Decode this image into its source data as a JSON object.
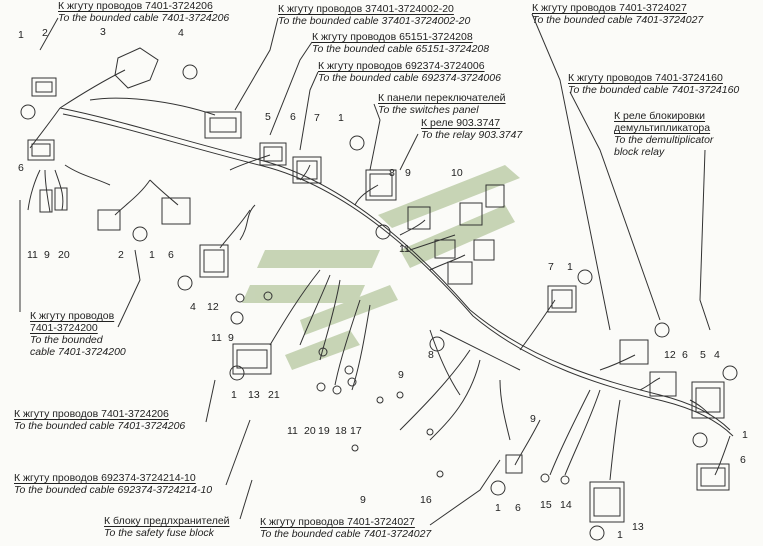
{
  "labels": [
    {
      "ru": "К жгуту проводов 7401-3724206",
      "en": "To the bounded cable 7401-3724206"
    },
    {
      "ru": "К жгуту проводов 37401-3724002-20",
      "en": "To the bounded cable 37401-3724002-20"
    },
    {
      "ru": "К жгуту проводов 65151-3724208",
      "en": "To the bounded cable 65151-3724208"
    },
    {
      "ru": "К жгуту проводов 692374-3724006",
      "en": "To the bounded cable 692374-3724006"
    },
    {
      "ru": "К панели переключателей",
      "en": "To the switches panel"
    },
    {
      "ru": "К реле 903.3747",
      "en": "To the relay 903.3747"
    },
    {
      "ru": "К жгуту проводов 7401-3724027",
      "en": "To the bounded cable 7401-3724027"
    },
    {
      "ru": "К жгуту проводов 7401-3724160",
      "en": "To the bounded cable 7401-3724160"
    },
    {
      "ru": "К реле блокировки демультипликатора",
      "en": "To the demultiplicator block relay"
    },
    {
      "ru": "К жгуту проводов 7401-3724200",
      "en": "To the bounded cable 7401-3724200"
    },
    {
      "ru": "К жгуту проводов 7401-3724206",
      "en": "To the bounded cable 7401-3724206"
    },
    {
      "ru": "К жгуту проводов 692374-3724214-10",
      "en": "To the bounded cable 692374-3724214-10"
    },
    {
      "ru": "К блоку предлхранителей",
      "en": "To the safety fuse block"
    },
    {
      "ru": "К жгуту проводов 7401-3724027",
      "en": "To the bounded cable 7401-3724027"
    }
  ],
  "callouts": [
    "1",
    "2",
    "3",
    "4",
    "5",
    "6",
    "7",
    "8",
    "9",
    "10",
    "11",
    "12",
    "13",
    "14",
    "15",
    "16",
    "17",
    "18",
    "19",
    "20",
    "21"
  ],
  "colors": {
    "line": "#333333",
    "watermark": "#7d9a5c"
  }
}
